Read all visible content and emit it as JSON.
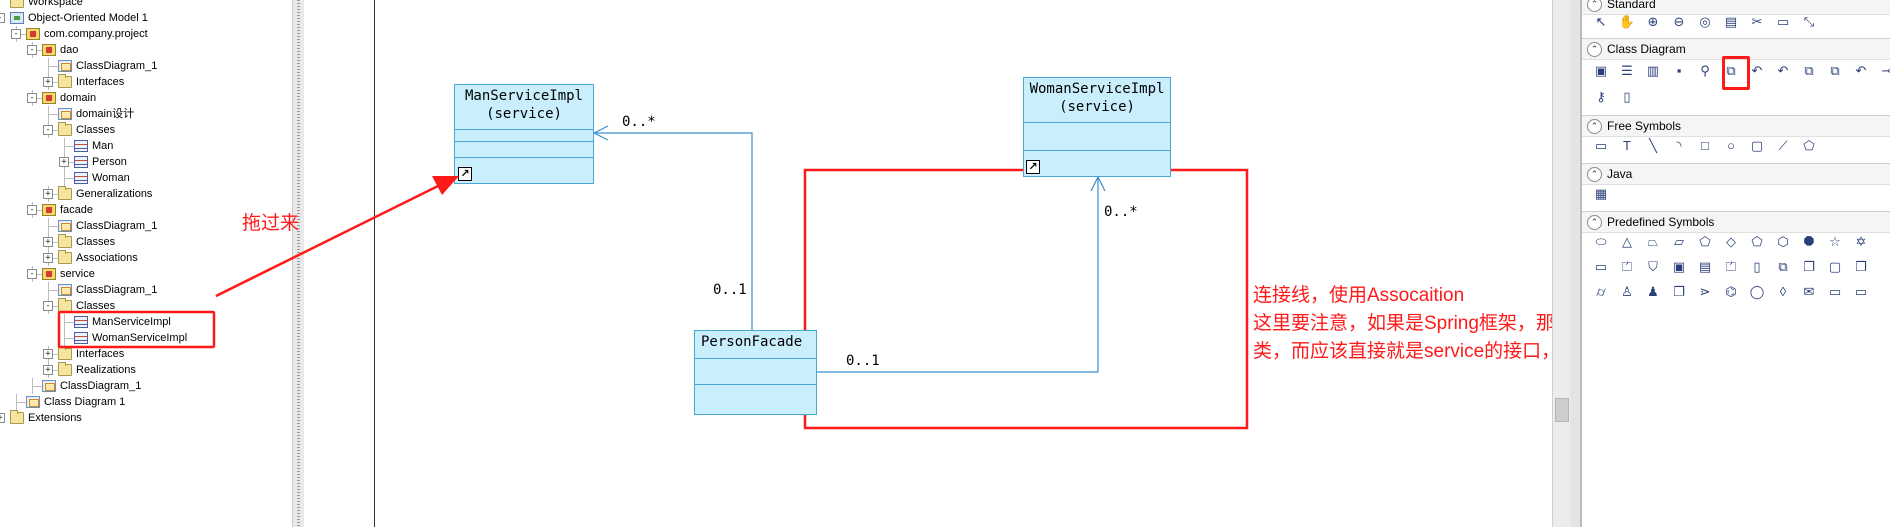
{
  "tree": {
    "items": [
      {
        "label": "Workspace",
        "level": 0,
        "icon": "folder-icon",
        "toggle": ""
      },
      {
        "label": "Object-Oriented Model 1",
        "level": 0,
        "icon": "model-icon",
        "toggle": "-"
      },
      {
        "label": "com.company.project",
        "level": 1,
        "icon": "package-icon",
        "toggle": "-"
      },
      {
        "label": "dao",
        "level": 2,
        "icon": "package-icon",
        "toggle": "-"
      },
      {
        "label": "ClassDiagram_1",
        "level": 3,
        "icon": "diagram-icon",
        "toggle": ""
      },
      {
        "label": "Interfaces",
        "level": 3,
        "icon": "folder-icon",
        "toggle": "+"
      },
      {
        "label": "domain",
        "level": 2,
        "icon": "package-icon",
        "toggle": "-"
      },
      {
        "label": "domain设计",
        "level": 3,
        "icon": "diagram-icon",
        "toggle": ""
      },
      {
        "label": "Classes",
        "level": 3,
        "icon": "folder-icon",
        "toggle": "-"
      },
      {
        "label": "Man",
        "level": 4,
        "icon": "class-icon",
        "toggle": ""
      },
      {
        "label": "Person",
        "level": 4,
        "icon": "class-icon",
        "toggle": "+"
      },
      {
        "label": "Woman",
        "level": 4,
        "icon": "class-icon",
        "toggle": ""
      },
      {
        "label": "Generalizations",
        "level": 3,
        "icon": "folder-icon",
        "toggle": "+"
      },
      {
        "label": "facade",
        "level": 2,
        "icon": "package-icon",
        "toggle": "-"
      },
      {
        "label": "ClassDiagram_1",
        "level": 3,
        "icon": "diagram-icon",
        "toggle": ""
      },
      {
        "label": "Classes",
        "level": 3,
        "icon": "folder-icon",
        "toggle": "+"
      },
      {
        "label": "Associations",
        "level": 3,
        "icon": "folder-icon",
        "toggle": "+"
      },
      {
        "label": "service",
        "level": 2,
        "icon": "package-icon",
        "toggle": "-"
      },
      {
        "label": "ClassDiagram_1",
        "level": 3,
        "icon": "diagram-icon",
        "toggle": ""
      },
      {
        "label": "Classes",
        "level": 3,
        "icon": "folder-icon",
        "toggle": "-"
      },
      {
        "label": "ManServiceImpl",
        "level": 4,
        "icon": "class-icon",
        "toggle": ""
      },
      {
        "label": "WomanServiceImpl",
        "level": 4,
        "icon": "class-icon",
        "toggle": ""
      },
      {
        "label": "Interfaces",
        "level": 3,
        "icon": "folder-icon",
        "toggle": "+"
      },
      {
        "label": "Realizations",
        "level": 3,
        "icon": "folder-icon",
        "toggle": "+"
      },
      {
        "label": "ClassDiagram_1",
        "level": 2,
        "icon": "diagram-icon",
        "toggle": ""
      },
      {
        "label": "Class Diagram 1",
        "level": 1,
        "icon": "diagram-icon",
        "toggle": ""
      },
      {
        "label": "Extensions",
        "level": 0,
        "icon": "folder-icon",
        "toggle": "+"
      }
    ]
  },
  "annotations": {
    "drag_label": "拖过来",
    "note_line1": "连接线，使用Assocaition",
    "note_line2": "这里要注意，如果是Spring框架，那引入的属性不是service的实现",
    "note_line3": "类，而应该直接就是service的接口，由Spring框架自动注入",
    "accent_color": "#ff1a1a"
  },
  "diagram": {
    "man_service": {
      "name": "ManServiceImpl",
      "stereo": "(service)",
      "shortcut": "↗"
    },
    "woman_service": {
      "name": "WomanServiceImpl",
      "stereo": "(service)",
      "shortcut": "↗"
    },
    "person_facade": {
      "name": "PersonFacade"
    },
    "mult_man_end": "0..*",
    "mult_man_facade_end": "0..1",
    "mult_woman_end": "0..*",
    "mult_woman_facade_end": "0..1",
    "class_fill": "#c9eefc",
    "class_border": "#4aa7d4"
  },
  "palette": {
    "sections": [
      {
        "title": "Standard"
      },
      {
        "title": "Class Diagram"
      },
      {
        "title": "Free Symbols"
      },
      {
        "title": "Java"
      },
      {
        "title": "Predefined Symbols"
      }
    ],
    "standard_tools": [
      "pointer-icon",
      "hand-icon",
      "zoom-in-icon",
      "zoom-out-icon",
      "zoom-fit-icon",
      "properties-icon",
      "cut-icon",
      "note-icon",
      "link-icon"
    ],
    "class_tools": [
      "package-tool-icon",
      "class-tool-icon",
      "interface-tool-icon",
      "port-tool-icon",
      "generalization-tool-icon",
      "association-tool-icon",
      "aggregation-tool-icon",
      "composition-tool-icon",
      "dependency-tool-icon",
      "realization-tool-icon",
      "inner-link-tool-icon",
      "require-link-tool-icon",
      "extra-tool-icon",
      "file-tool-icon"
    ],
    "free_tools": [
      "title-icon",
      "text-icon",
      "line-icon",
      "arc-icon",
      "rectangle-icon",
      "ellipse-icon",
      "rounded-rect-icon",
      "polyline-icon",
      "polygon-icon"
    ],
    "java_tools": [
      "java-bean-icon"
    ],
    "predefined_tools_row1": [
      "ellipse-shape-icon",
      "triangle-shape-icon",
      "trapezoid-shape-icon",
      "parallelogram-shape-icon",
      "pentagon-left-icon",
      "diamond-shape-icon",
      "pentagon-shape-icon",
      "hexagon-shape-icon",
      "octagon-shape-icon",
      "star-shape-icon",
      "star6-shape-icon"
    ],
    "predefined_tools_row2": [
      "card-shape-icon",
      "tab-shape-icon",
      "shield-shape-icon",
      "frame-shape-icon",
      "table-shape-icon",
      "folder-shape-icon",
      "document-shape-icon",
      "multi-doc-shape-icon",
      "stack-shape-icon",
      "box-shape-icon",
      "box3d-shape-icon"
    ],
    "predefined_tools_row3": [
      "cylinder-shape-icon",
      "actor-shape-icon",
      "person-shape-icon",
      "box2-shape-icon",
      "chevron-shape-icon",
      "display-shape-icon",
      "callout-shape-icon",
      "drop-shape-icon",
      "mail-shape-icon",
      "screen-shape-icon",
      "panel-shape-icon"
    ]
  }
}
